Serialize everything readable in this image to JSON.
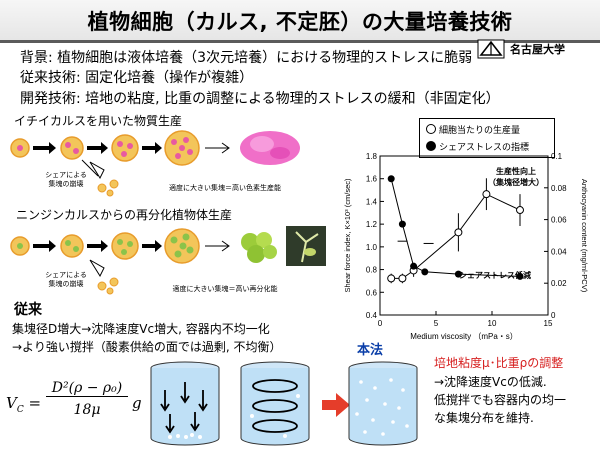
{
  "title": "植物細胞（カルス, 不定胚）の大量培養技術",
  "logo": {
    "text": "名古屋大学"
  },
  "intro": {
    "background": "背景: 植物細胞は液体培養（3次元培養）における物理的ストレスに脆弱",
    "prior_art": "従来技術: 固定化培養（操作が複雑）",
    "dev": "開発技術: 培地の粘度, 比重の調整による物理的ストレスの緩和（非固定化）"
  },
  "section1": {
    "title": "イチイカルスを用いた物質生産",
    "shear_label_1": "シェアによる",
    "shear_label_2": "集塊の崩壊",
    "result_label": "適度に大きい集塊＝高い色素生産能"
  },
  "section2": {
    "title": "ニンジンカルスからの再分化植物体生産",
    "shear_label_1": "シェアによる",
    "shear_label_2": "集塊の崩壊",
    "result_label": "適度に大きい集塊＝高い再分化能"
  },
  "chart_legend": {
    "open": "細胞当たりの生産量",
    "filled": "シェアストレスの指標"
  },
  "annotations": {
    "productivity_1": "生産性向上",
    "productivity_2": "（集塊径増大）",
    "shear_low": "シェアストレス低減"
  },
  "chart_data": {
    "type": "scatter",
    "xlabel": "Medium viscosity （mPa・s）",
    "ylabel_left": "Shear force index, K×10³ (cm/sec)",
    "ylabel_right": "Anthocyanin content (mg/ml-PCV)",
    "xlim": [
      0,
      15
    ],
    "xticks": [
      "0",
      "5",
      "10",
      "15"
    ],
    "ylim_left": [
      0.4,
      1.8
    ],
    "yticks_left": [
      "0.4",
      "0.6",
      "0.8",
      "1.0",
      "1.2",
      "1.4",
      "1.6",
      "1.8"
    ],
    "ylim_right": [
      0,
      0.1
    ],
    "yticks_right": [
      "0",
      "0.02",
      "0.04",
      "0.06",
      "0.08",
      "0.1"
    ],
    "series": [
      {
        "name": "細胞当たりの生産量",
        "marker": "open",
        "axis": "right",
        "x": [
          1,
          2,
          3,
          7,
          9.5,
          12.5
        ],
        "y": [
          0.023,
          0.023,
          0.028,
          0.052,
          0.076,
          0.066
        ],
        "err": [
          0.003,
          0.003,
          0.004,
          0.012,
          0.01,
          0.01
        ]
      },
      {
        "name": "シェアストレスの指標",
        "marker": "filled",
        "axis": "left",
        "x": [
          1,
          2,
          3,
          4,
          7,
          12.5
        ],
        "y": [
          1.6,
          1.2,
          0.83,
          0.78,
          0.76,
          0.74
        ]
      }
    ]
  },
  "prior": {
    "heading": "従来",
    "line1": "集塊径D増大→沈降速度Vc増大, 容器内不均一化",
    "line2": "→より強い撹拌（酸素供給の面では過剰, 不均衡）"
  },
  "formula": {
    "lhs": "V",
    "lhs_sub": "C",
    "num": "D²(ρ − ρ₀)",
    "den": "18μ",
    "g": "g"
  },
  "method": {
    "label": "本法",
    "line1": "培地粘度μ･比重ρの調整",
    "line2": "→沈降速度Vcの低減.",
    "line3": "低撹拌でも容器内の均一",
    "line4": "な集塊分布を維持."
  }
}
